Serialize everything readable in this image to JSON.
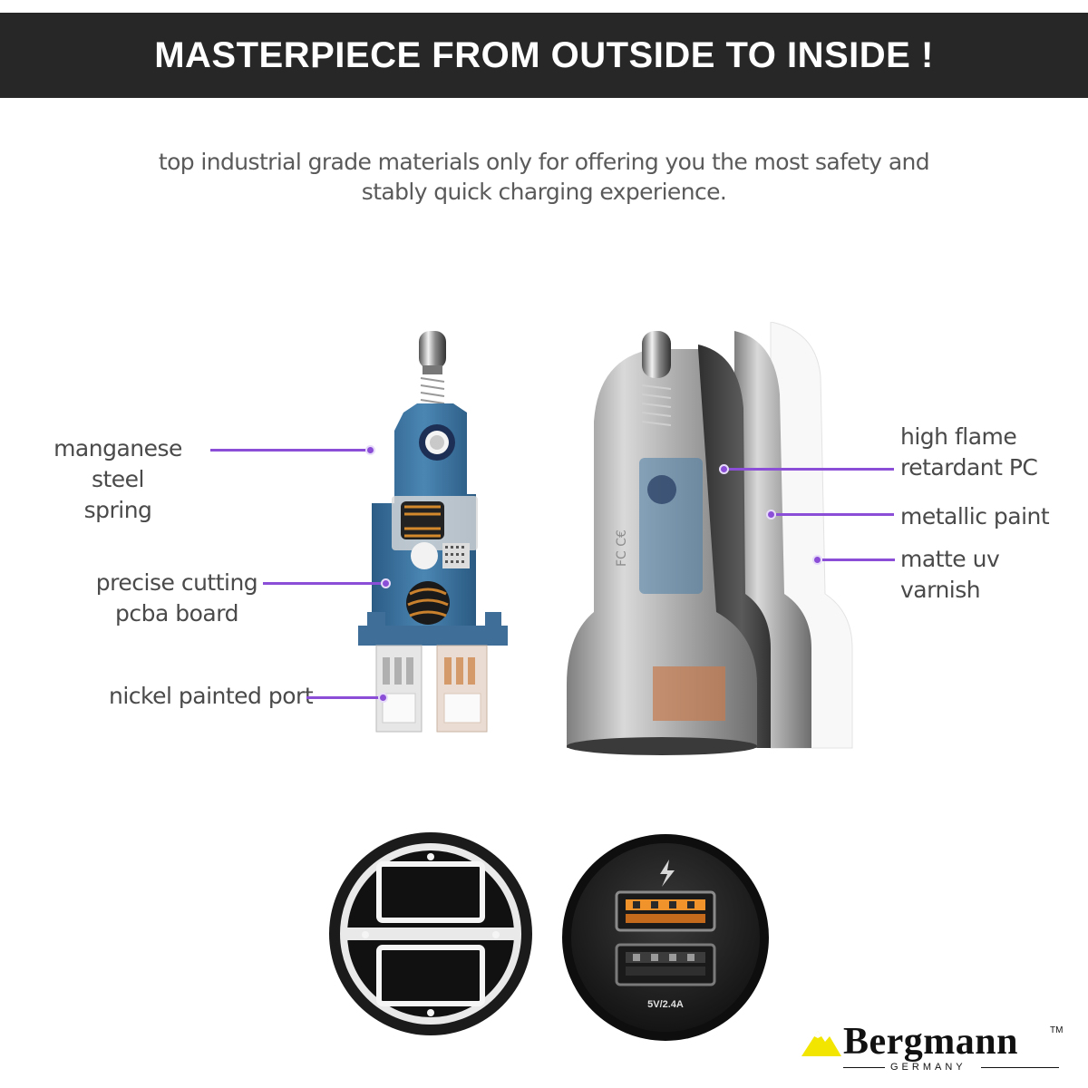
{
  "header": {
    "title": "MASTERPIECE FROM OUTSIDE TO INSIDE !"
  },
  "intro": {
    "text": "top industrial grade materials only for offering you the most safety and stably quick charging experience."
  },
  "callouts": {
    "spring": [
      "manganese steel",
      "spring"
    ],
    "pcba": [
      "precise cutting",
      "pcba board"
    ],
    "port": [
      "nickel painted port"
    ],
    "pc": [
      "high flame",
      "retardant PC"
    ],
    "paint": [
      "metallic paint"
    ],
    "varnish": [
      "matte uv varnish"
    ]
  },
  "product": {
    "port_rating": "5V/2.4A"
  },
  "brand": {
    "name": "Bergmann",
    "tm": "TM",
    "sub": "GERMANY"
  },
  "colors": {
    "accent": "#8a4fd6",
    "banner": "#272727",
    "logo_yellow": "#f2e600"
  },
  "icons": [
    "lightning-icon",
    "usb-port-icon",
    "certification-mark-icons"
  ]
}
